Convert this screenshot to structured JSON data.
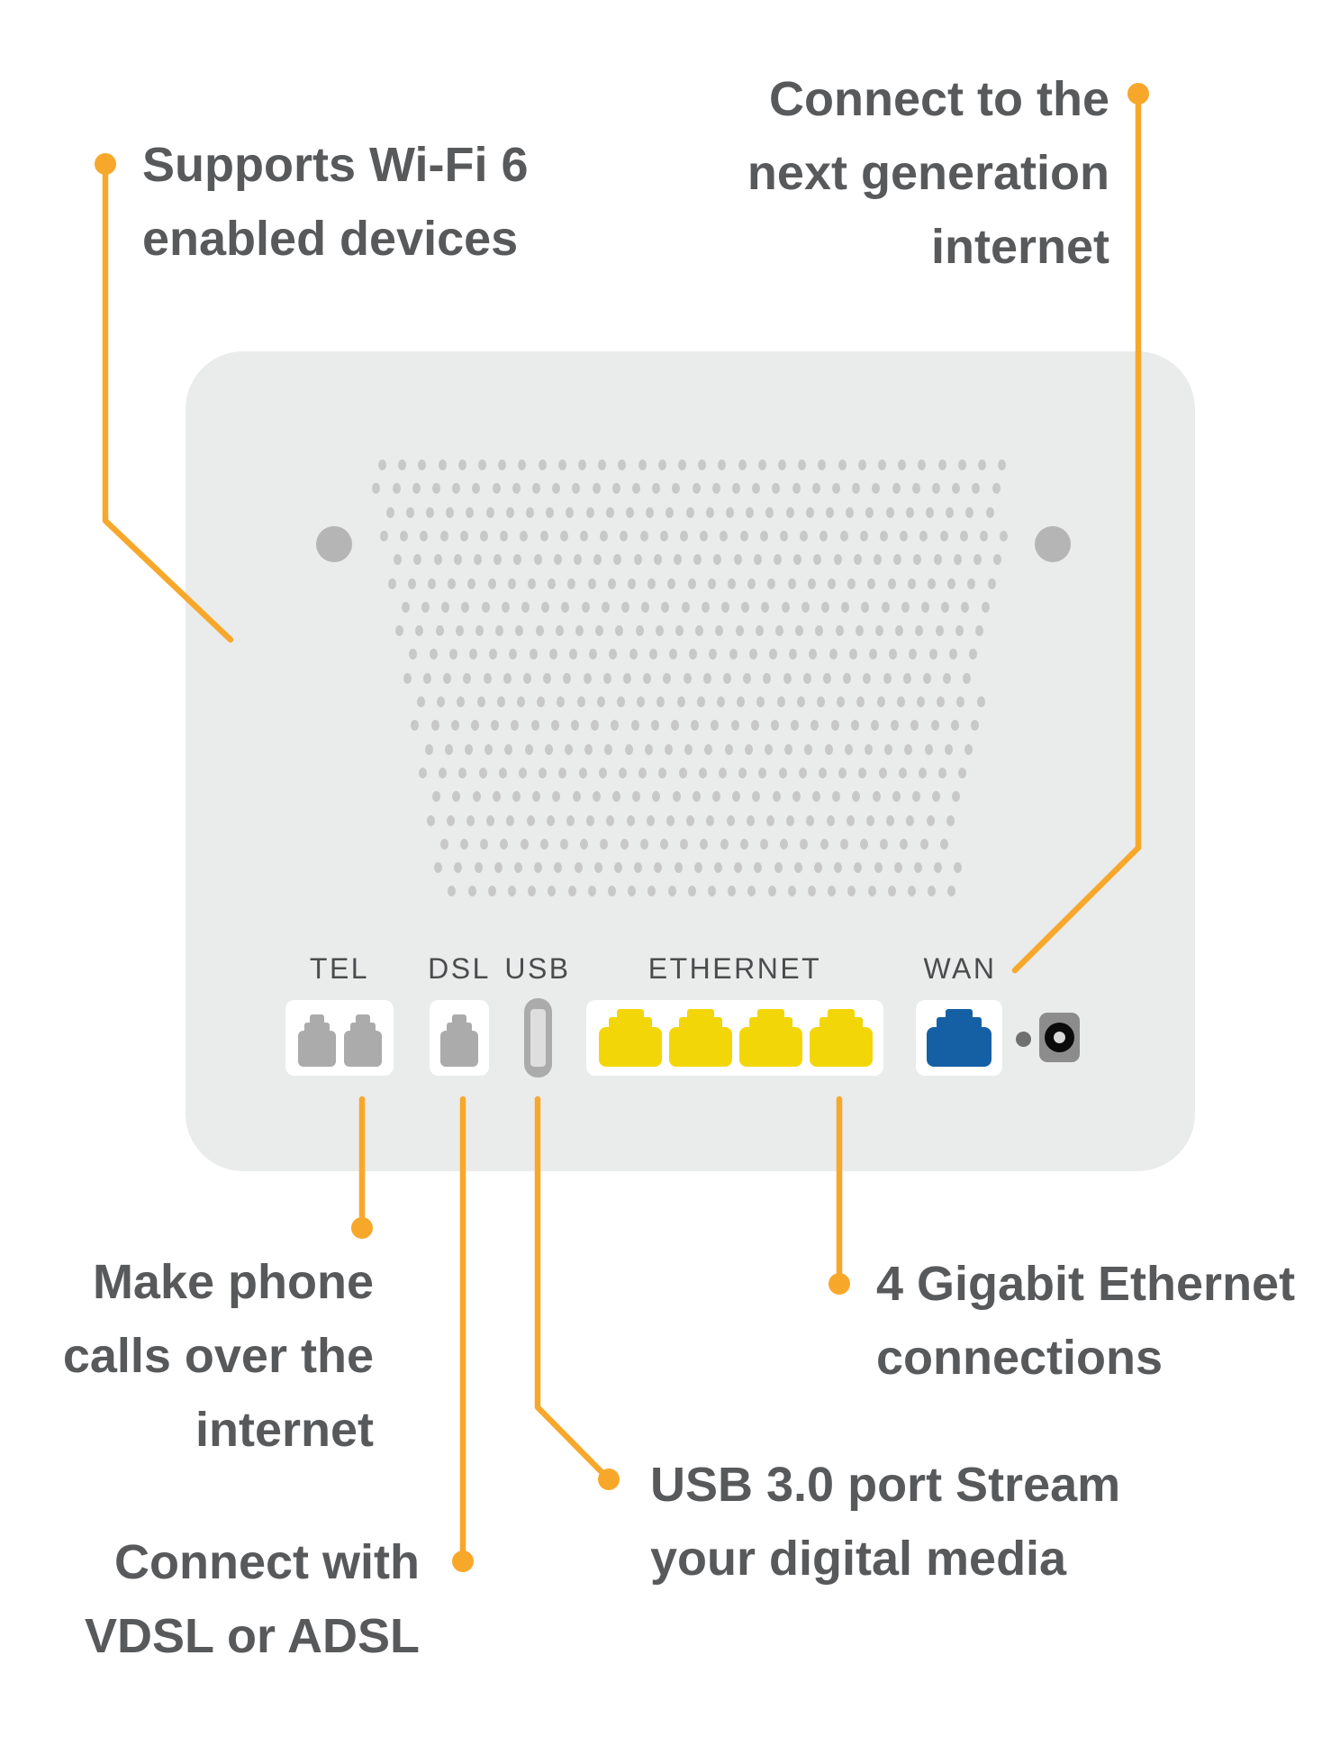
{
  "colors": {
    "accent": "#F7A82B",
    "heading_text": "#58595B",
    "label_text": "#4A4C4E",
    "router_body": "#EAEBEB",
    "vent_dot": "#C8C8C8",
    "screw": "#B5B5B5",
    "port_plate": "#FFFFFF",
    "jack_gray": "#ABABAB",
    "ethernet_yellow": "#F3D608",
    "wan_blue": "#1560A5",
    "usb_inner": "#DEDEDE",
    "power_gray": "#8C8C8C",
    "power_black": "#0B0B0B",
    "power_center": "#D9D9D9",
    "reset_gray": "#6F6F6F"
  },
  "annotations": {
    "wifi": {
      "lines": [
        "Supports Wi-Fi 6",
        "enabled devices"
      ]
    },
    "nextgen": {
      "lines": [
        "Connect to the",
        "next generation",
        "internet"
      ]
    },
    "phone": {
      "lines": [
        "Make phone",
        "calls over the",
        "internet"
      ]
    },
    "vdsl": {
      "lines": [
        "Connect with",
        "VDSL or ADSL"
      ]
    },
    "usb": {
      "lines": [
        "USB 3.0 port Stream",
        "your digital media"
      ]
    },
    "ethernet": {
      "lines": [
        "4 Gigabit Ethernet",
        "connections"
      ]
    }
  },
  "ports": {
    "tel": "TEL",
    "dsl": "DSL",
    "usb": "USB",
    "ethernet": "ETHERNET",
    "wan": "WAN"
  }
}
